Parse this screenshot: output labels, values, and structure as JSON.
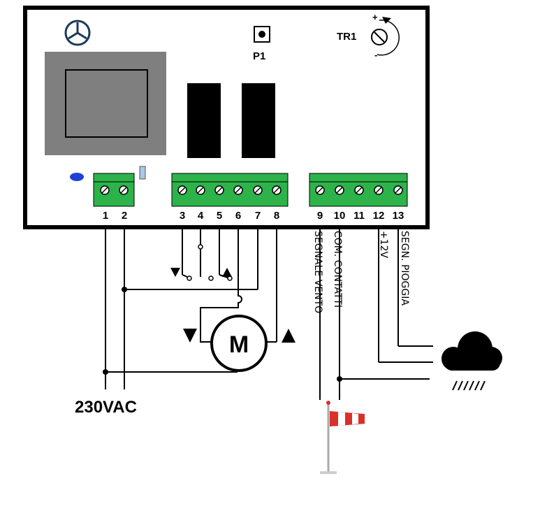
{
  "board": {
    "pushbutton_label": "P1",
    "trimmer_label": "TR1",
    "trimmer_plus": "+",
    "trimmer_minus": "-"
  },
  "terminals": [
    "1",
    "2",
    "3",
    "4",
    "5",
    "6",
    "7",
    "8",
    "9",
    "10",
    "11",
    "12",
    "13"
  ],
  "wire_labels": {
    "segnale_vento": "SEGNALE VENTO",
    "com_contatti": "COM. CONTATTI",
    "plus_12v": "+12V",
    "segn_pioggia": "SEGN. PIOGGIA"
  },
  "motor_label": "M",
  "supply_label": "230VAC",
  "colors": {
    "terminal_green": "#2db34a",
    "transformer_gray": "#7f7f7f",
    "led_blue": "#1f3fd6",
    "windsock_red": "#d9302a"
  },
  "icons": [
    "fan-icon",
    "rain-cloud-icon",
    "windsock-icon",
    "motor-icon",
    "trimmer-icon"
  ]
}
